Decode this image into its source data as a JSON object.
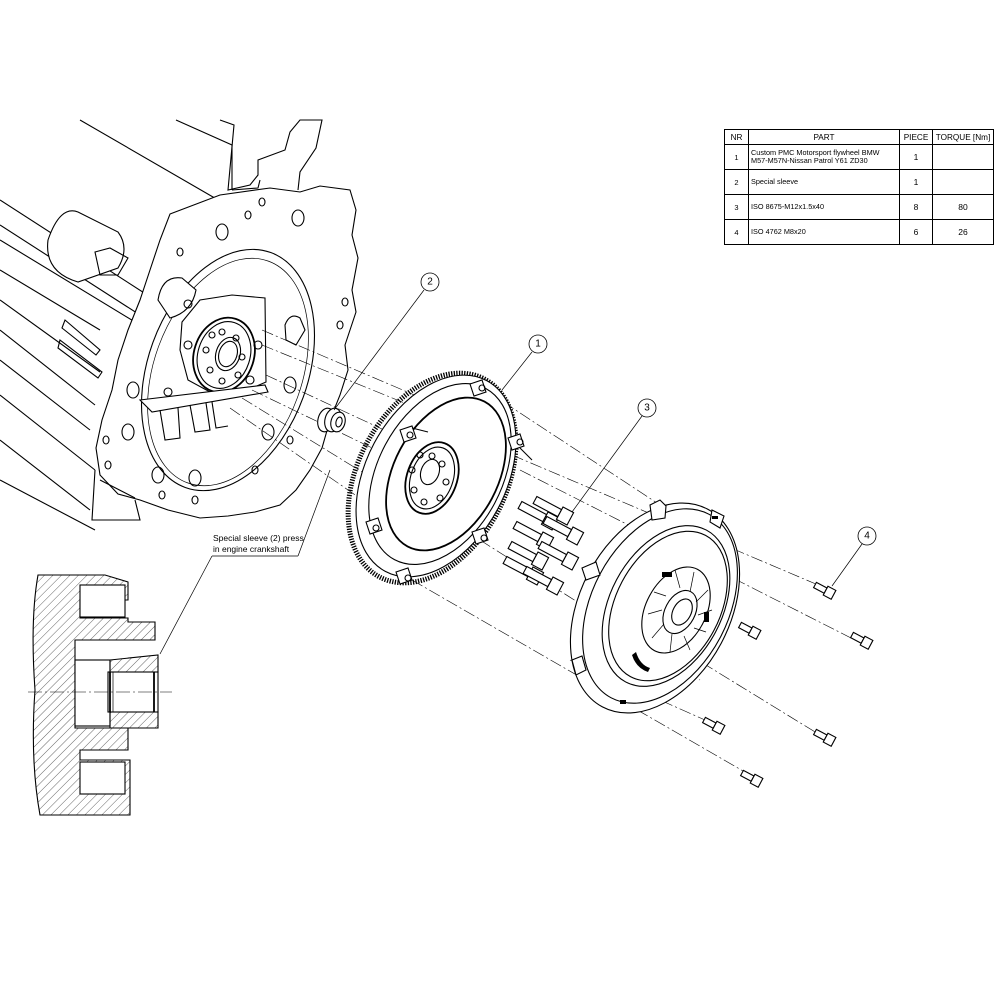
{
  "bom_table": {
    "headers": [
      "NR",
      "PART",
      "PIECE",
      "TORQUE [Nm]"
    ],
    "rows": [
      {
        "nr": "1",
        "part": "Custom PMC Motorsport flywheel BMW M57-M57N-Nissan Patrol Y61 ZD30",
        "piece": "1",
        "torque": ""
      },
      {
        "nr": "2",
        "part": "Special sleeve",
        "piece": "1",
        "torque": ""
      },
      {
        "nr": "3",
        "part": "ISO 8675-M12x1.5x40",
        "piece": "8",
        "torque": "80"
      },
      {
        "nr": "4",
        "part": "ISO 4762 M8x20",
        "piece": "6",
        "torque": "26"
      }
    ]
  },
  "balloons": [
    {
      "id": "1",
      "label": "1",
      "refers_to": "flywheel"
    },
    {
      "id": "2",
      "label": "2",
      "refers_to": "special sleeve"
    },
    {
      "id": "3",
      "label": "3",
      "refers_to": "flywheel bolts"
    },
    {
      "id": "4",
      "label": "4",
      "refers_to": "clutch cover bolts"
    }
  ],
  "notes": {
    "section_note_line1": "Special sleeve (2) press",
    "section_note_line2": "in engine crankshaft"
  },
  "components": {
    "engine_block": "Engine block with rear adapter plate",
    "sleeve": "Special sleeve",
    "flywheel": "Flywheel with ring gear",
    "flywheel_bolts": "Flywheel bolts x8",
    "pressure_plate": "Clutch pressure plate",
    "cover_bolts": "Socket head cap screws x6",
    "section_view": "Crankshaft section view"
  }
}
